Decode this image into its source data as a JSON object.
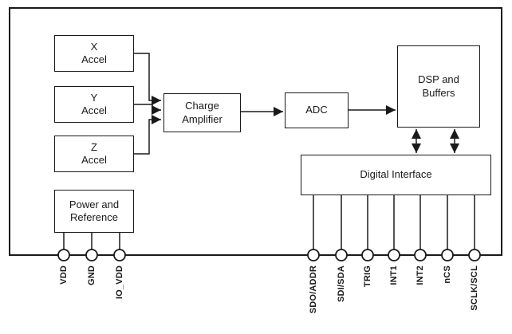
{
  "diagram": {
    "blocks": {
      "x_accel": {
        "label": "X\nAccel"
      },
      "y_accel": {
        "label": "Y\nAccel"
      },
      "z_accel": {
        "label": "Z\nAccel"
      },
      "power_ref": {
        "label": "Power and\nReference"
      },
      "charge_amp": {
        "label": "Charge\nAmplifier"
      },
      "adc": {
        "label": "ADC"
      },
      "dsp": {
        "label": "DSP and\nBuffers"
      },
      "digital_interface": {
        "label": "Digital Interface"
      }
    },
    "pins": {
      "left": [
        {
          "label": "VDD"
        },
        {
          "label": "GND"
        },
        {
          "label": "IO_VDD"
        }
      ],
      "right": [
        {
          "label": "SDO/ADDR"
        },
        {
          "label": "SDI/SDA"
        },
        {
          "label": "TRIG"
        },
        {
          "label": "INT1"
        },
        {
          "label": "INT2"
        },
        {
          "label": "nCS"
        },
        {
          "label": "SCLK/SCL"
        }
      ]
    },
    "colors": {
      "line": "#1a1a1a",
      "background": "#ffffff"
    }
  }
}
